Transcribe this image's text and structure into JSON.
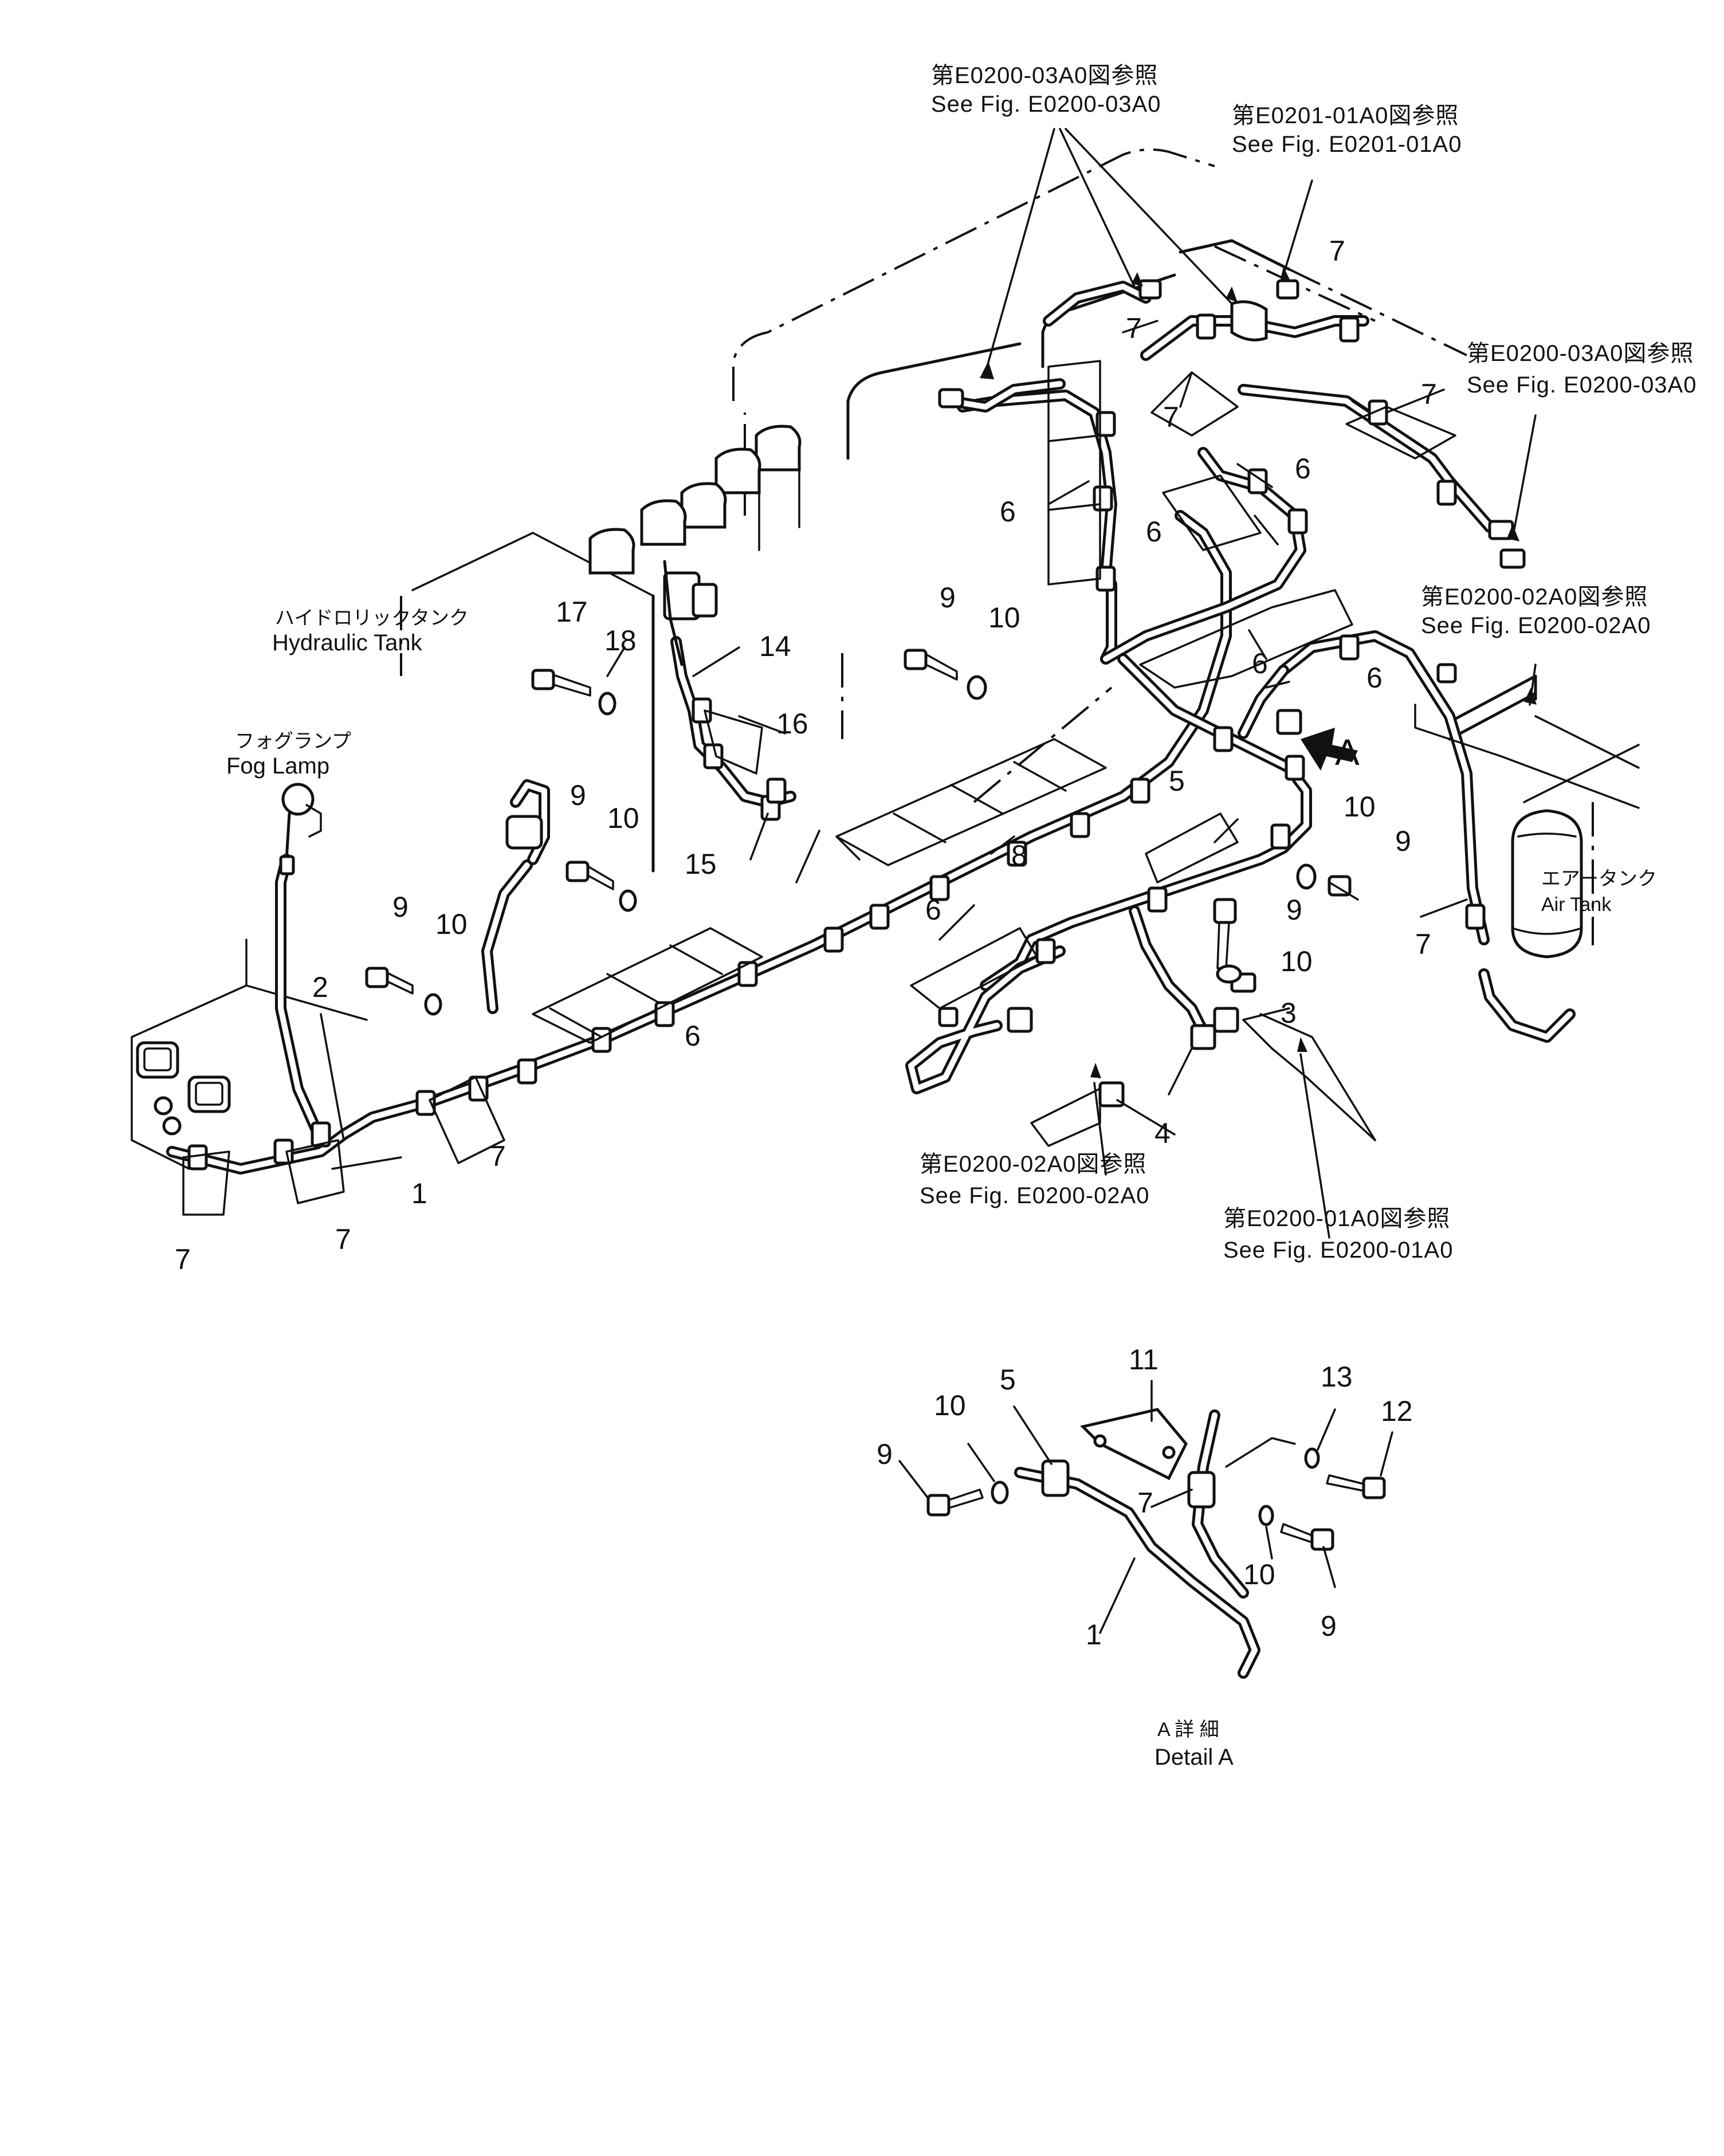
{
  "references": {
    "top_center": {
      "jp": "第E0200-03A0図参照",
      "en": "See  Fig. E0200-03A0"
    },
    "top_right": {
      "jp": "第E0201-01A0図参照",
      "en": "See  Fig. E0201-01A0"
    },
    "right_upper": {
      "jp": "第E0200-03A0図参照",
      "en": "See  Fig. E0200-03A0"
    },
    "right_middle": {
      "jp": "第E0200-02A0図参照",
      "en": "See  Fig. E0200-02A0"
    },
    "bottom_center": {
      "jp": "第E0200-02A0図参照",
      "en": "See  Fig. E0200-02A0"
    },
    "bottom_right": {
      "jp": "第E0200-01A0図参照",
      "en": "See  Fig. E0200-01A0"
    }
  },
  "components": {
    "hydraulic_tank": {
      "jp": "ハイドロリックタンク",
      "en": "Hydraulic  Tank"
    },
    "fog_lamp": {
      "jp": "フォグランプ",
      "en": "Fog  Lamp"
    },
    "air_tank": {
      "jp": "エアータンク",
      "en": "Air  Tank"
    }
  },
  "detail": {
    "marker": "A",
    "jp": "A 詳 細",
    "en": "Detail  A"
  },
  "callouts": {
    "p1": "1",
    "p2": "2",
    "p3": "3",
    "p4": "4",
    "p5": "5",
    "p6": "6",
    "p7": "7",
    "p8": "8",
    "p9": "9",
    "p10": "10",
    "p11": "11",
    "p12": "12",
    "p13": "13",
    "p14": "14",
    "p15": "15",
    "p16": "16",
    "p17": "17",
    "p18": "18"
  }
}
